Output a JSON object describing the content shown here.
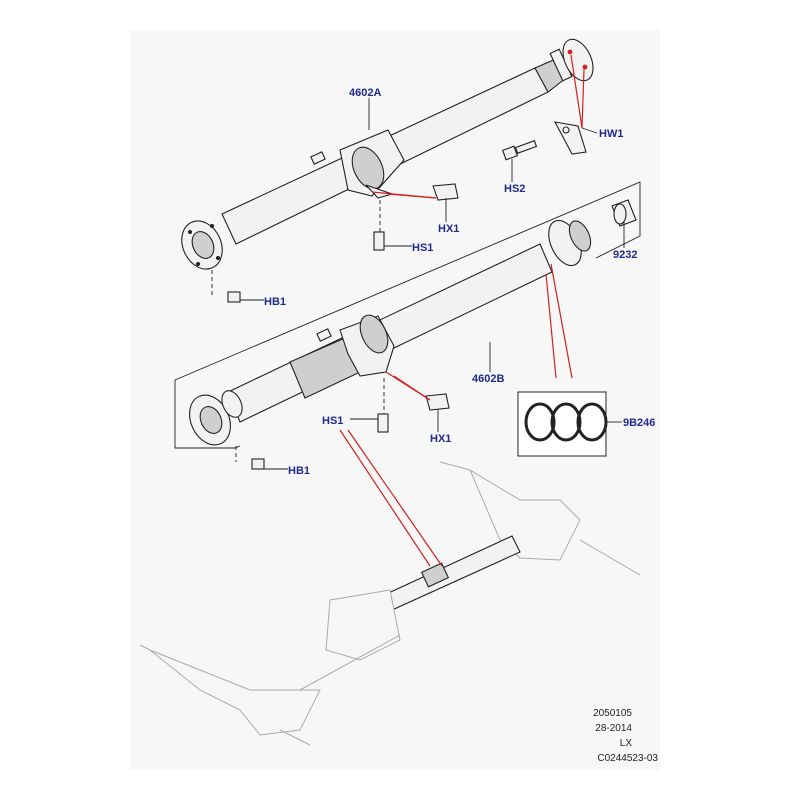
{
  "callouts": {
    "shaft_a": "4602A",
    "hw1": "HW1",
    "hs2": "HS2",
    "hx1_top": "HX1",
    "hs1_top": "HS1",
    "hb1_top": "HB1",
    "c9232": "9232",
    "shaft_b": "4602B",
    "c9b246": "9B246",
    "hs1_bottom": "HS1",
    "hx1_bottom": "HX1",
    "hb1_bottom": "HB1"
  },
  "footer": {
    "line1": "2050105",
    "line2": "28-2014",
    "line3": "LX",
    "line4": "C0244523-03"
  },
  "colors": {
    "callout_text": "#1f2a8c",
    "highlight_line": "#d42020",
    "outline": "#222222",
    "ghost": "#aaaaaa"
  }
}
